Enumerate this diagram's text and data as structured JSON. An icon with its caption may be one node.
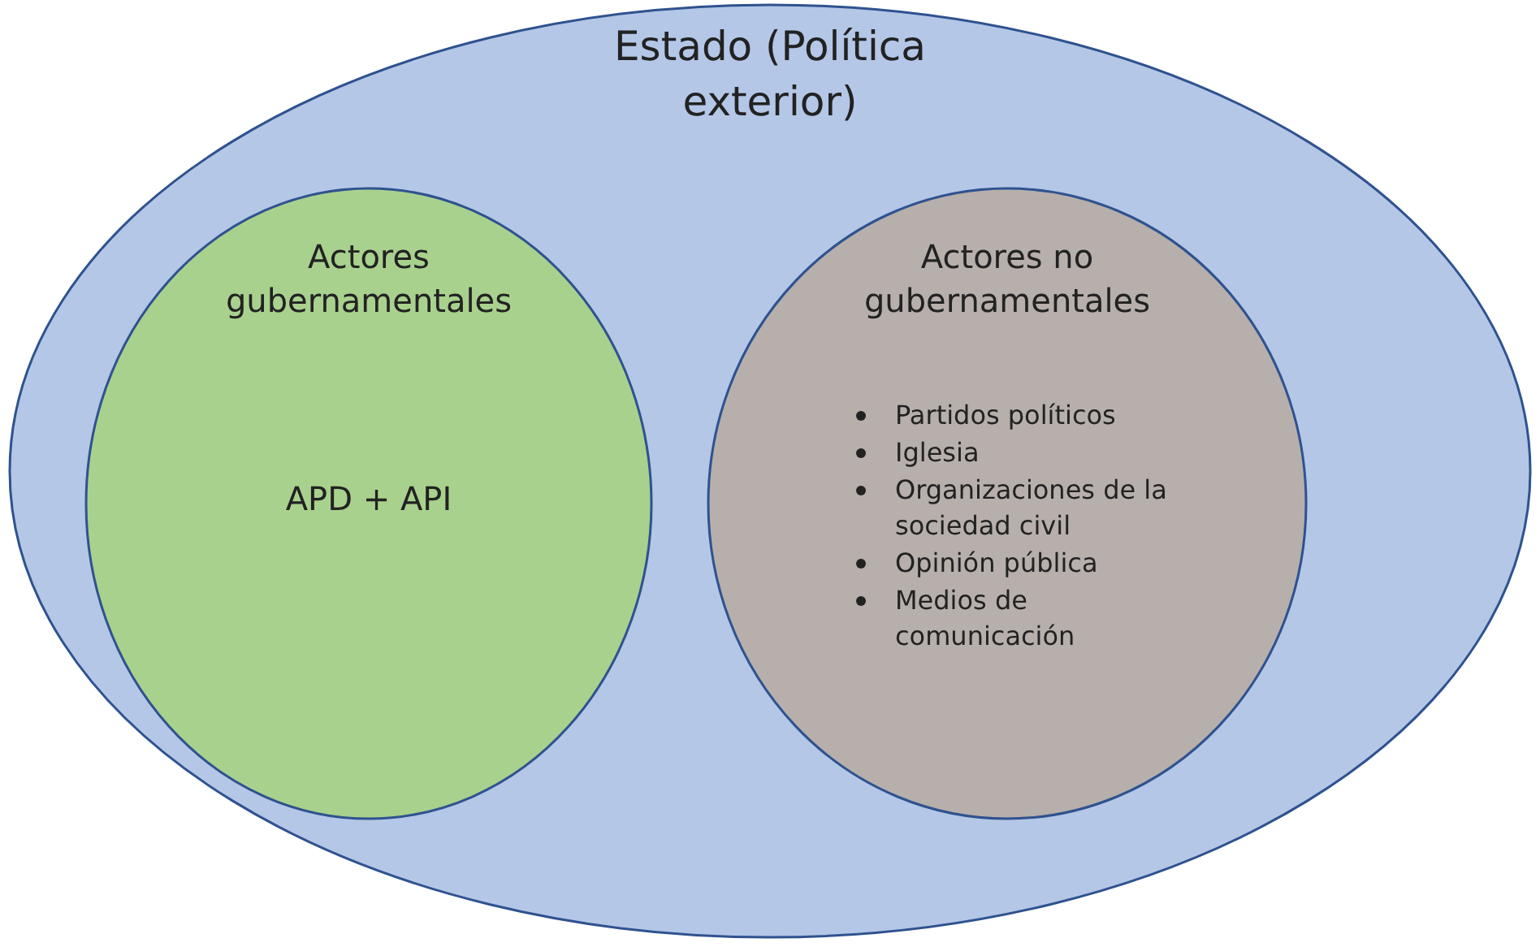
{
  "diagram": {
    "nodes": [
      {
        "text": [
          "Estado (Política exterior)"
        ]
      },
      {
        "text": [
          "Actores gubernamentales",
          "APD + API"
        ],
        "in": 0
      },
      {
        "text": [
          "Actores no gubernamentales",
          "Partidos políticos",
          "Iglesia",
          "Organizaciones de la sociedad civil",
          "Opinión pública",
          "Medios de comunicación"
        ],
        "in": 0
      }
    ]
  }
}
